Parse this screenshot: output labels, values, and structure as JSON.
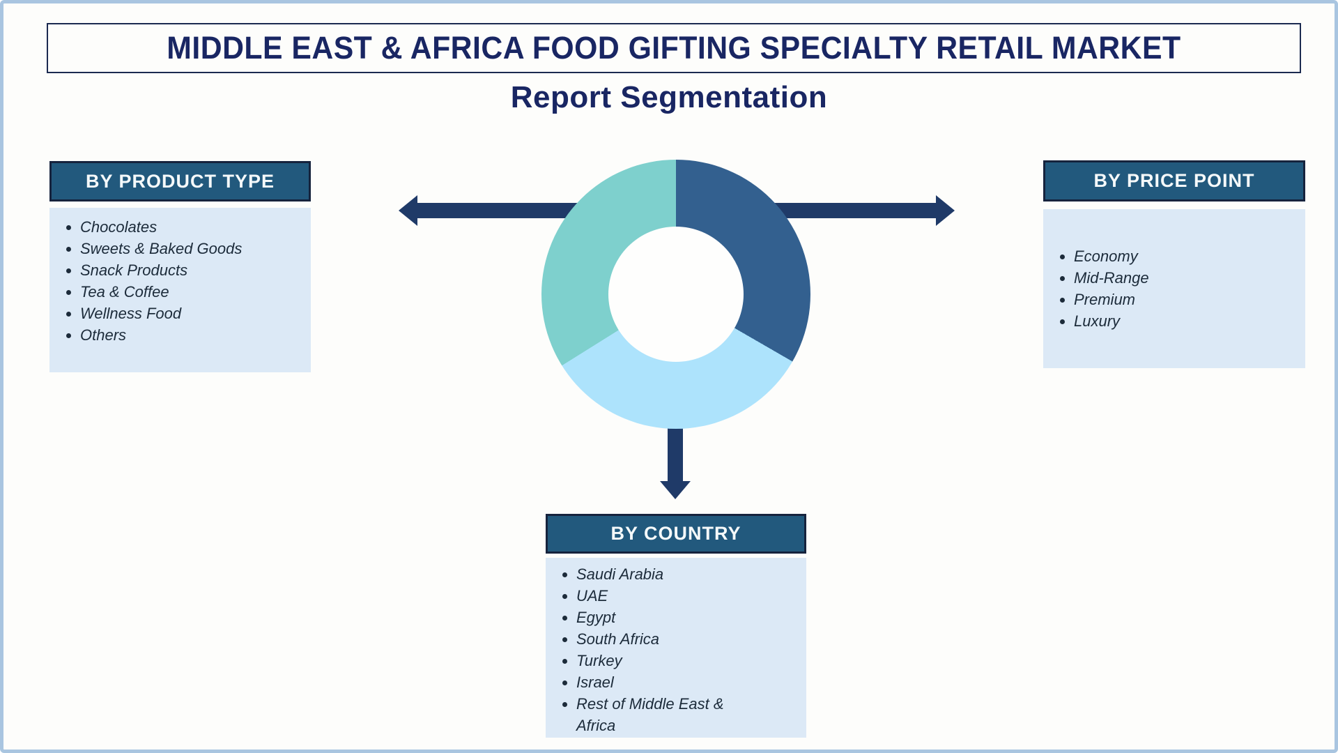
{
  "title": "MIDDLE EAST & AFRICA FOOD GIFTING SPECIALTY RETAIL MARKET",
  "subtitle": "Report Segmentation",
  "panels": {
    "product_type": {
      "header": "BY PRODUCT TYPE",
      "items": [
        "Chocolates",
        "Sweets & Baked Goods",
        "Snack Products",
        "Tea & Coffee",
        "Wellness Food",
        "Others"
      ]
    },
    "price_point": {
      "header": "BY PRICE POINT",
      "items": [
        "Economy",
        "Mid-Range",
        "Premium",
        "Luxury"
      ]
    },
    "country": {
      "header": "BY COUNTRY",
      "items": [
        "Saudi Arabia",
        "UAE",
        "Egypt",
        "South Africa",
        "Turkey",
        "Israel",
        "Rest of Middle East & Africa"
      ]
    }
  },
  "chart_data": {
    "type": "pie",
    "subtype": "donut",
    "title": "",
    "values_labeled": false,
    "inner_radius_ratio": 0.5,
    "segments": [
      {
        "name": "segment-right",
        "color": "#33608f",
        "start_deg": 0,
        "end_deg": 120,
        "fraction": 0.333
      },
      {
        "name": "segment-bottom",
        "color": "#ade3fc",
        "start_deg": 120,
        "end_deg": 238,
        "fraction": 0.328
      },
      {
        "name": "segment-left",
        "color": "#7ed0cd",
        "start_deg": 238,
        "end_deg": 360,
        "fraction": 0.339
      }
    ],
    "legend": []
  },
  "colors": {
    "frame_border": "#a9c5e0",
    "page_bg": "#fdfdfb",
    "title_text": "#192663",
    "title_border": "#1b2a50",
    "header_bg": "#22597d",
    "header_border": "#16233d",
    "header_text": "#f5f9fa",
    "body_bg": "#dce9f6",
    "body_text": "#1c2b3a",
    "arrow": "#1f3a68",
    "hole_bg": "#fefefd"
  }
}
